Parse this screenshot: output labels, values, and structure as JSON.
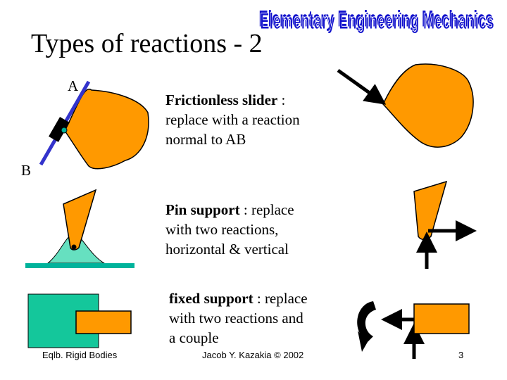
{
  "slide": {
    "title": "Types of reactions - 2",
    "logo_text": "Elementary Engineering Mechanics",
    "label_a": "A",
    "label_b": "B"
  },
  "items": [
    {
      "term": "Frictionless slider",
      "lines": [
        " : ",
        "replace with a reaction",
        "normal to AB"
      ]
    },
    {
      "term": "Pin support",
      "lines": [
        " :  replace",
        "with two reactions,",
        "horizontal & vertical"
      ]
    },
    {
      "term": "fixed support",
      "lines": [
        " :  replace",
        "with two reactions and",
        "a couple"
      ]
    }
  ],
  "footer": {
    "left": "Eqlb. Rigid Bodies",
    "center": "Jacob Y. Kazakia © 2002",
    "page": "3"
  },
  "colors": {
    "body_fill": "#ff9900",
    "slider_line": "#3333cc",
    "pin_base": "#66e0c0",
    "ground": "#00b39b",
    "fixed_wall": "#14c79b",
    "logo_fill": "#1111cc"
  }
}
